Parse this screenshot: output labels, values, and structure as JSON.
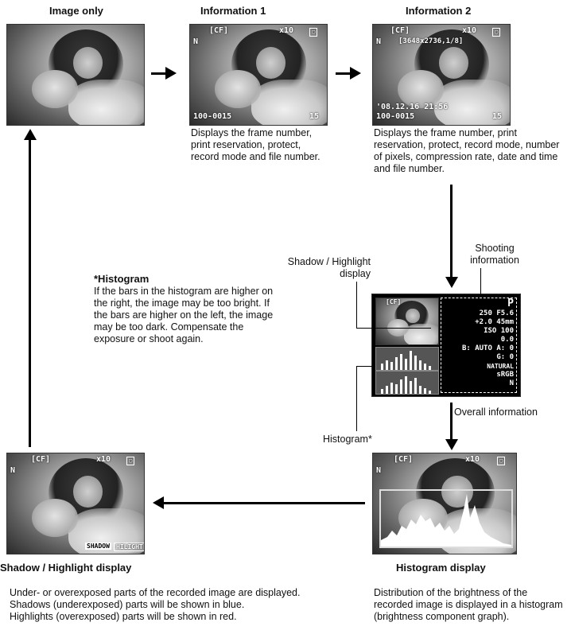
{
  "titles": {
    "image_only": "Image only",
    "info1": "Information 1",
    "info2": "Information 2",
    "shadow_highlight": "Shadow / Highlight display",
    "histogram_display": "Histogram display"
  },
  "descriptions": {
    "info1": "Displays the frame number, print reservation, protect, record mode and file number.",
    "info2": "Displays the frame number, print reservation, protect, record mode, number of pixels, compression rate, date and time and file number.",
    "shadow_highlight_lines": [
      "Under- or overexposed parts of the recorded image are displayed.",
      "Shadows (underexposed) parts will be shown in blue.",
      "Highlights (overexposed) parts will be shown in red."
    ],
    "histogram_display": "Distribution of the brightness of the recorded image is displayed in a histogram (brightness component graph)."
  },
  "histogram_note": {
    "title": "*Histogram",
    "body": "If the bars in the histogram are higher on the right, the image may be too bright. If the bars are higher on the left, the image may be too dark. Compensate the exposure or shoot again."
  },
  "labels": {
    "shooting_information": "Shooting information",
    "shadow_highlight_display": "Shadow / Highlight display",
    "histogram": "Histogram*",
    "overall_information": "Overall information"
  },
  "osd": {
    "card": "[CF]",
    "protect_zoom": "x10",
    "quality": "N",
    "pixels_compression": "[3648x2736,1/8]",
    "datetime": "'08.12.16  21:56",
    "file_number": "100-0015",
    "frame": "15",
    "shadow_tag": "SHADOW",
    "hilight_tag": "HILIGHT"
  },
  "overall_panel": {
    "mode": "P",
    "lines": [
      "250 F5.6",
      "+2.0 45mm",
      "ISO 100",
      "0.0",
      "B: AUTO  A: 0",
      "G: 0",
      "NATURAL",
      "sRGB",
      "N"
    ]
  },
  "colors": {
    "arrow": "#000000",
    "screen_text": "#ffffff",
    "panel_bg": "#000000"
  }
}
